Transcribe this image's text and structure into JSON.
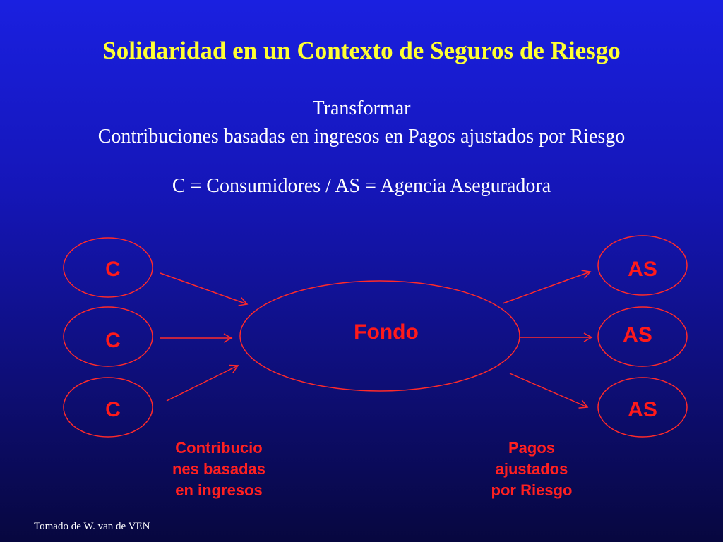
{
  "slide": {
    "title": "Solidaridad en un Contexto de Seguros de Riesgo",
    "subtitle_line1": "Transformar",
    "subtitle_line2": "Contribuciones basadas en ingresos en Pagos  ajustados por Riesgo",
    "legend": "C = Consumidores / AS = Agencia Aseguradora",
    "source": "Tomado de W. van de VEN"
  },
  "diagram": {
    "left_nodes": [
      "C",
      "C",
      "C"
    ],
    "center_node": "Fondo",
    "right_nodes": [
      "AS",
      "AS",
      "AS"
    ],
    "left_caption": [
      "Contribucio",
      "nes basadas",
      "en ingresos"
    ],
    "right_caption": [
      "Pagos",
      "ajustados",
      "por Riesgo"
    ],
    "colors": {
      "node_stroke": "#ff2a2a",
      "label": "#ff1a1a",
      "title": "#ffff33",
      "background_top": "#1a20e0",
      "background_bottom": "#07073f"
    }
  }
}
